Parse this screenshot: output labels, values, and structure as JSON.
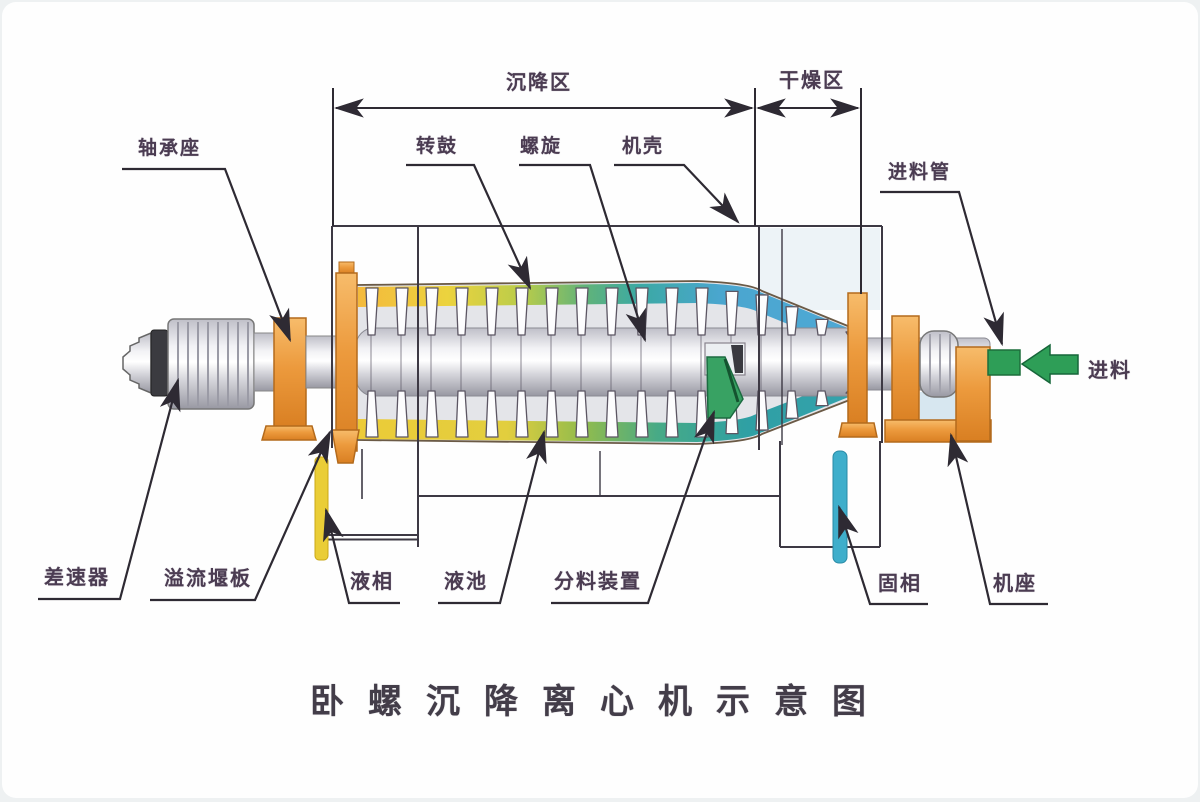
{
  "title": "卧螺沉降离心机示意图",
  "labels": {
    "settling_zone": "沉降区",
    "drying_zone": "干燥区",
    "bearing_seat": "轴承座",
    "drum": "转鼓",
    "screw": "螺旋",
    "casing": "机壳",
    "feed_pipe": "进料管",
    "feed": "进料",
    "differential": "差速器",
    "overflow_weir_plate": "溢流堰板",
    "liquid_phase": "液相",
    "liquid_pool": "液池",
    "distributor": "分料装置",
    "solid_phase": "固相",
    "machine_base": "机座"
  },
  "colors": {
    "orange_support": "#EC9A3D",
    "pool_yellow": "#EFD83A",
    "pool_green": "#62B378",
    "pool_teal": "#2FA0A4",
    "pool_blue": "#4FA9D6",
    "feed_green": "#2E9E57",
    "liquid_pipe_yellow": "#EACD36",
    "solids_pipe_teal": "#3FAECB",
    "metal_silver": "#D5D5DB",
    "outline": "#3D3944",
    "label_ink": "#4B3C52"
  }
}
